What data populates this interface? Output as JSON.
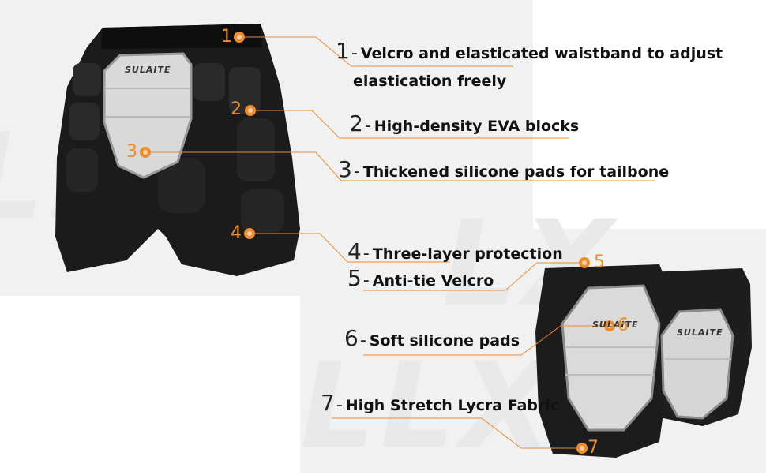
{
  "brand": "SULAITE",
  "accent_color": "#f08c2a",
  "features": [
    {
      "num": "1",
      "line1": "Velcro and elasticated waistband to adjust",
      "line2": "elastication freely"
    },
    {
      "num": "2",
      "line1": "High-density EVA blocks"
    },
    {
      "num": "3",
      "line1": "Thickened silicone pads for tailbone"
    },
    {
      "num": "4",
      "line1": "Three-layer protection"
    },
    {
      "num": "5",
      "line1": "Anti-tie Velcro"
    },
    {
      "num": "6",
      "line1": "Soft silicone pads"
    },
    {
      "num": "7",
      "line1": "High Stretch Lycra Fabric"
    }
  ],
  "dash": "-"
}
